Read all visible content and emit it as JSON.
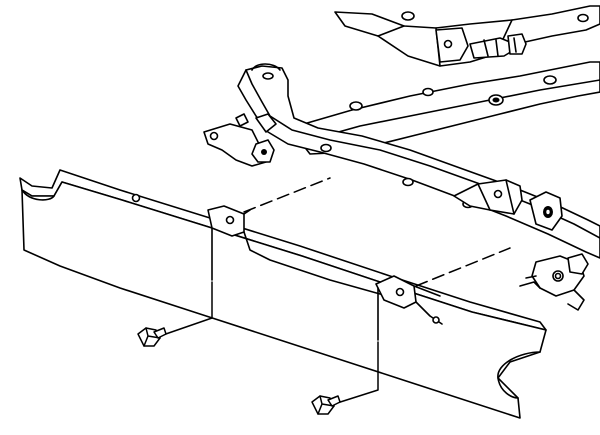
{
  "diagram": {
    "components": [
      {
        "id": "frame",
        "icon": "vehicle-frame-icon"
      },
      {
        "id": "shield",
        "icon": "skid-shield-icon"
      },
      {
        "id": "bolt",
        "icon": "bolt-icon",
        "count": 2
      }
    ],
    "callouts": [],
    "colors": {
      "line": "#000000",
      "background": "#ffffff"
    }
  }
}
